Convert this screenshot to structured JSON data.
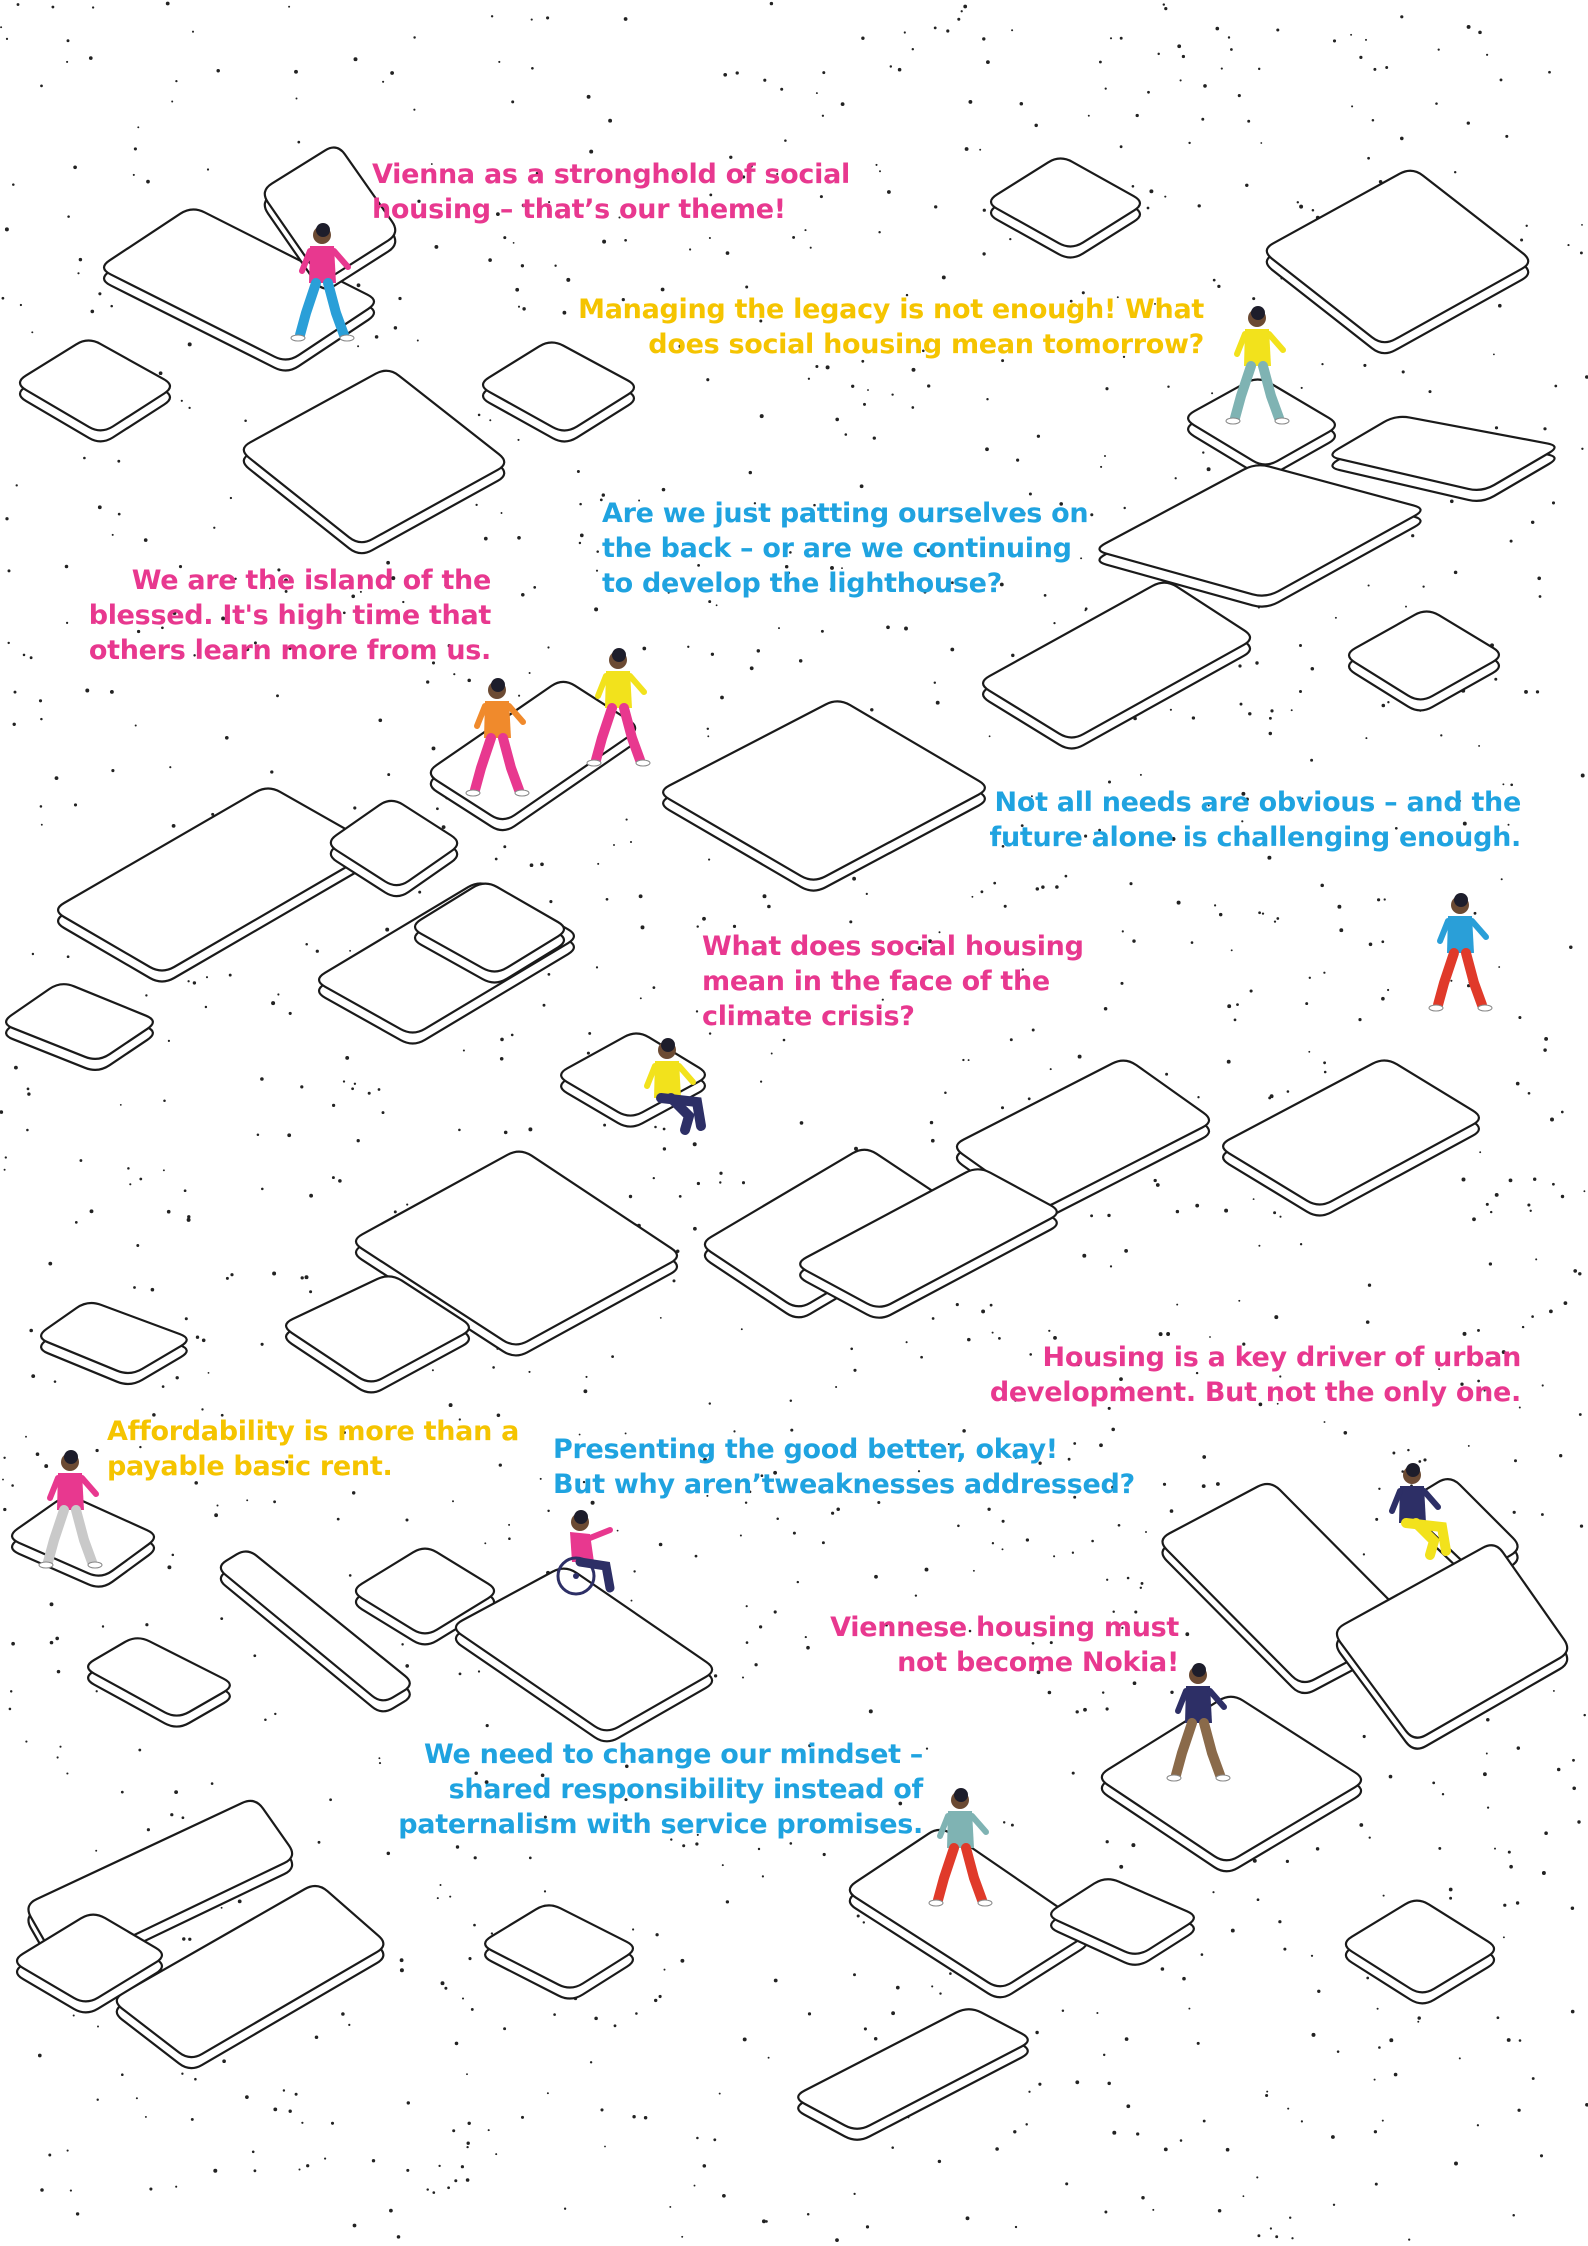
{
  "colors": {
    "magenta": "#e8388f",
    "yellow": "#f5c400",
    "blue": "#1fa3e0",
    "outline": "#1a1a1a",
    "speckle": "#222222",
    "background": "#ffffff"
  },
  "quotes": [
    {
      "id": "q1",
      "color": "magenta",
      "lines": [
        "Vienna as a stronghold of social",
        "housing – that’s our theme!"
      ]
    },
    {
      "id": "q2",
      "color": "yellow",
      "lines": [
        "Managing the legacy is not enough! What",
        "does social housing mean tomorrow?"
      ]
    },
    {
      "id": "q3",
      "color": "blue",
      "lines": [
        "Are we just patting ourselves on",
        "the back – or are we continuing",
        "to develop the lighthouse?"
      ]
    },
    {
      "id": "q4",
      "color": "magenta",
      "lines": [
        "We are the island of the",
        "blessed. It's high time that",
        "others learn more from us."
      ]
    },
    {
      "id": "q5",
      "color": "blue",
      "lines": [
        "Not all needs are obvious – and the",
        "future alone is challenging enough."
      ]
    },
    {
      "id": "q6",
      "color": "magenta",
      "lines": [
        "What does social housing",
        "mean in the face of the",
        "climate crisis?"
      ]
    },
    {
      "id": "q7",
      "color": "magenta",
      "lines": [
        "Housing is a key driver of urban",
        "development. But not the only one."
      ]
    },
    {
      "id": "q8",
      "color": "yellow",
      "lines": [
        "Affordability is more than a",
        "payable basic rent."
      ]
    },
    {
      "id": "q9",
      "color": "blue",
      "lines": [
        "Presenting the good better, okay!",
        "But why aren’tweaknesses addressed?"
      ]
    },
    {
      "id": "q10",
      "color": "magenta",
      "lines": [
        "Viennese housing must",
        "not become Nokia!"
      ]
    },
    {
      "id": "q11",
      "color": "blue",
      "lines": [
        "We need to change our mindset –",
        "shared responsibility instead of",
        "paternalism with service promises."
      ]
    }
  ],
  "figures": [
    {
      "id": "person-running-magenta",
      "top": "magenta",
      "bottom": "blue"
    },
    {
      "id": "person-yellow-top",
      "top": "yellow",
      "bottom": "teal"
    },
    {
      "id": "person-orange-walking",
      "top": "orange",
      "bottom": "magenta"
    },
    {
      "id": "person-yellow-magenta",
      "top": "yellow",
      "bottom": "magenta"
    },
    {
      "id": "person-blue-coat",
      "top": "blue",
      "bottom": "red"
    },
    {
      "id": "person-sitting-yellow",
      "top": "yellow",
      "bottom": "navy"
    },
    {
      "id": "person-sitting-navy",
      "top": "navy",
      "bottom": "yellow"
    },
    {
      "id": "person-standing-magenta",
      "top": "magenta",
      "bottom": "grey"
    },
    {
      "id": "person-wheelchair",
      "top": "magenta",
      "bottom": "navy"
    },
    {
      "id": "person-navy-jacket",
      "top": "navy",
      "bottom": "brown"
    },
    {
      "id": "person-teal-coat",
      "top": "teal",
      "bottom": "red"
    }
  ]
}
